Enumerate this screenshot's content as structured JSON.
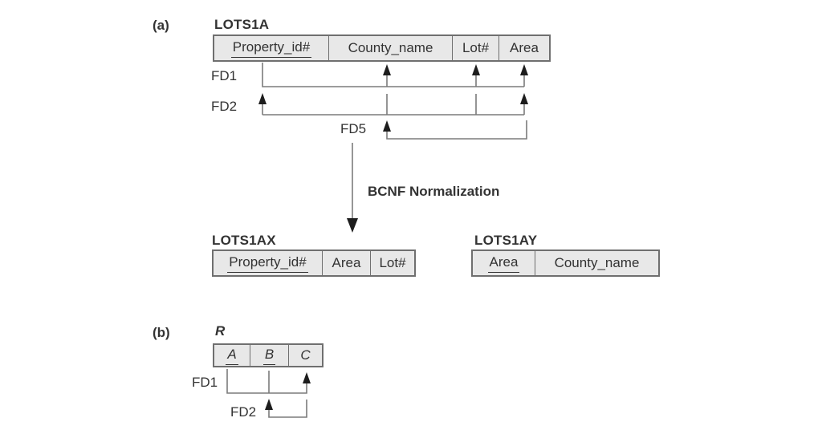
{
  "colors": {
    "page_bg": "#ffffff",
    "table_fill": "#e8e8e8",
    "table_border": "#6f6f6f",
    "line": "#7b7b7b",
    "arrow": "#1d1d1d",
    "text": "#333333"
  },
  "part_a": {
    "label": "(a)",
    "relation": {
      "name": "LOTS1A",
      "columns": [
        "Property_id#",
        "County_name",
        "Lot#",
        "Area"
      ],
      "key_columns": [
        "Property_id#"
      ]
    },
    "fd_labels": [
      "FD1",
      "FD2",
      "FD5"
    ],
    "transform_label": "BCNF Normalization",
    "results": [
      {
        "name": "LOTS1AX",
        "columns": [
          "Property_id#",
          "Area",
          "Lot#"
        ],
        "key_columns": [
          "Property_id#"
        ]
      },
      {
        "name": "LOTS1AY",
        "columns": [
          "Area",
          "County_name"
        ],
        "key_columns": [
          "Area"
        ]
      }
    ]
  },
  "part_b": {
    "label": "(b)",
    "relation": {
      "name": "R",
      "columns": [
        "A",
        "B",
        "C"
      ],
      "key_columns": [
        "A",
        "B"
      ]
    },
    "fd_labels": [
      "FD1",
      "FD2"
    ]
  }
}
